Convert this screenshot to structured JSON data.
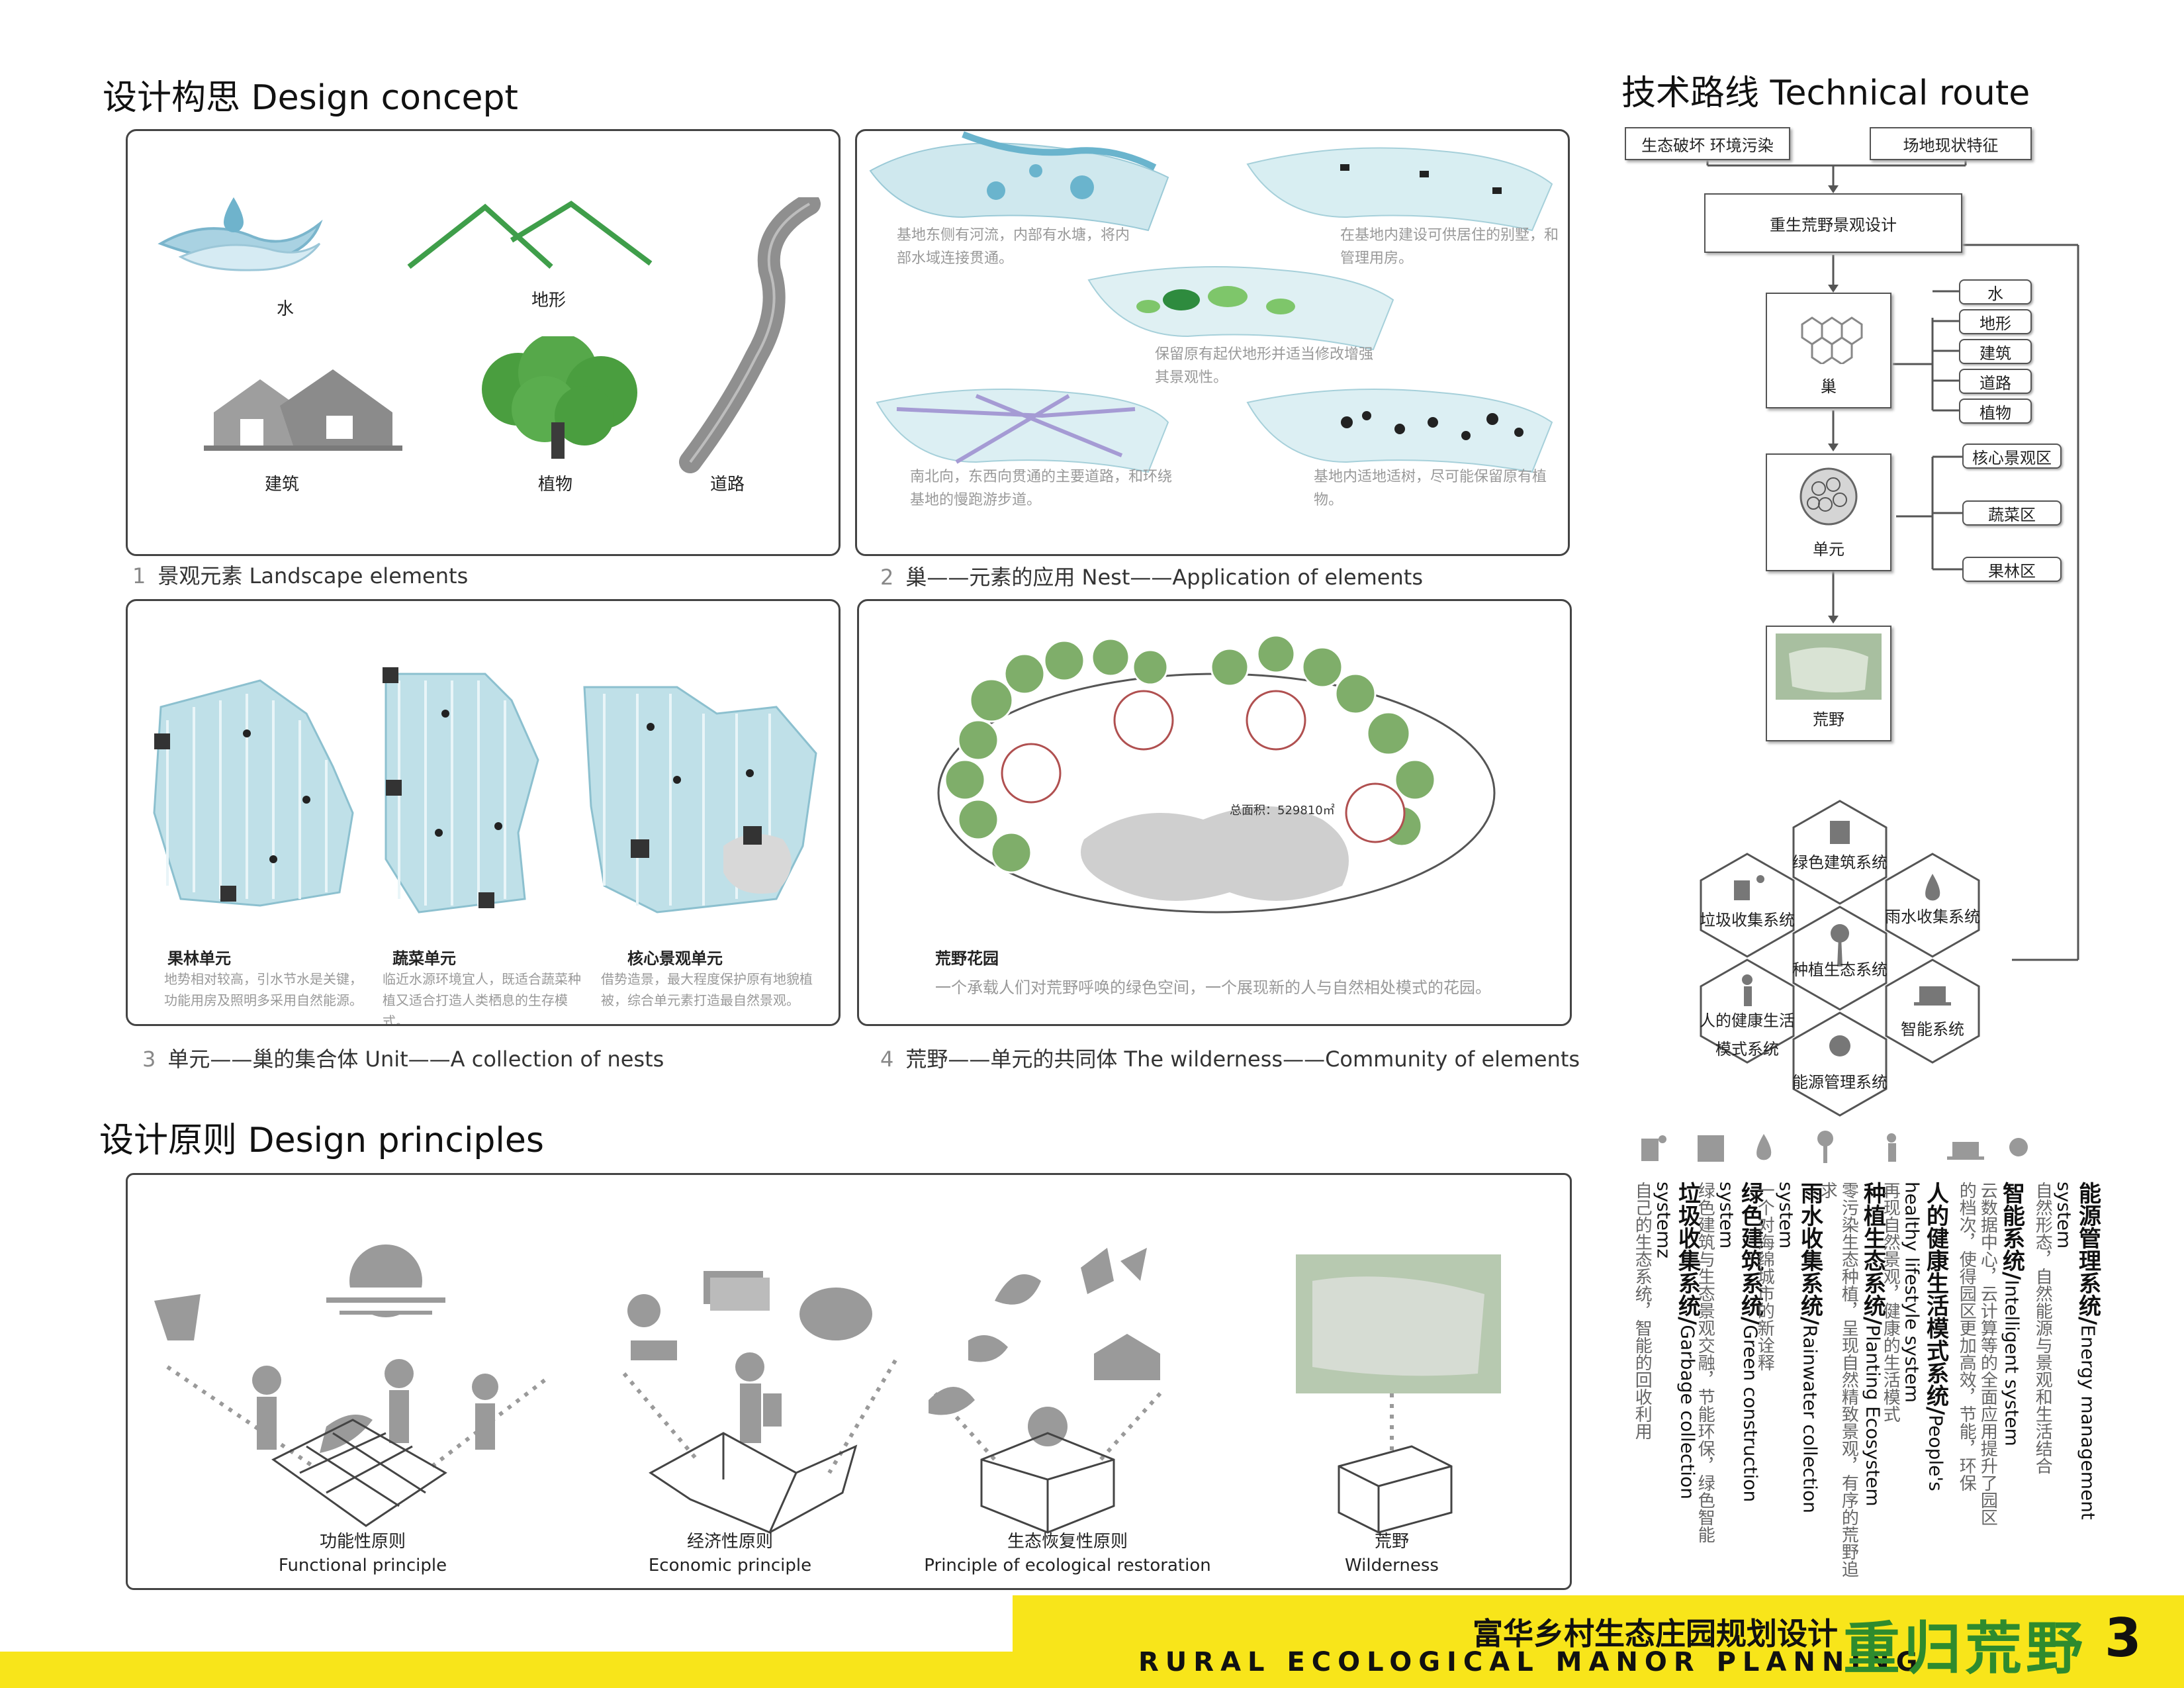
{
  "design_concept": {
    "title": "设计构思 Design concept",
    "panel1": {
      "caption_num": "1",
      "caption": "景观元素  Landscape elements",
      "labels": {
        "water": "水",
        "terrain": "地形",
        "building": "建筑",
        "plant": "植物",
        "road": "道路"
      }
    },
    "panel2": {
      "caption_num": "2",
      "caption": "巢——元素的应用  Nest——Application of elements",
      "notes": {
        "water": "基地东侧有河流，内部有水塘，将内部水域连接贯通。",
        "building": "在基地内建设可供居住的别墅，和管理用房。",
        "terrain": "保留原有起伏地形并适当修改增强其景观性。",
        "road": "南北向，东西向贯通的主要道路，和环绕基地的慢跑游步道。",
        "plant": "基地内适地适树，尽可能保留原有植物。"
      }
    },
    "panel3": {
      "caption_num": "3",
      "caption": "单元——巢的集合体  Unit——A collection of nests",
      "units": [
        {
          "name": "果林单元",
          "desc": "地势相对较高，引水节水是关键，功能用房及照明多采用自然能源。"
        },
        {
          "name": "蔬菜单元",
          "desc": "临近水源环境宜人，既适合蔬菜种植又适合打造人类栖息的生存模式。"
        },
        {
          "name": "核心景观单元",
          "desc": "借势造景，最大程度保护原有地貌植被，综合单元素打造最自然景观。"
        }
      ]
    },
    "panel4": {
      "caption_num": "4",
      "caption": "荒野——单元的共同体  The wilderness——Community of elements",
      "area": "总面积：529810㎡",
      "garden_title": "荒野花园",
      "garden_desc": "一个承载人们对荒野呼唤的绿色空间，一个展现新的人与自然相处模式的花园。"
    }
  },
  "technical_route": {
    "title": "技术路线  Technical route",
    "top_left": "生态破坏 环境污染",
    "top_right": "场地现状特征",
    "main": "重生荒野景观设计",
    "nest_label": "巢",
    "nest_items": [
      "水",
      "地形",
      "建筑",
      "道路",
      "植物"
    ],
    "unit_label": "单元",
    "unit_items": [
      "核心景观区",
      "蔬菜区",
      "果林区"
    ],
    "wild_label": "荒野",
    "systems": {
      "green_building": "绿色建筑系统",
      "garbage": "垃圾收集系统",
      "rainwater": "雨水收集系统",
      "planting": "种植生态系统",
      "healthy_line1": "人的健康生活",
      "healthy_line2": "模式系统",
      "intelligent": "智能系统",
      "energy": "能源管理系统"
    },
    "columns": [
      {
        "title": "垃圾收集系统/",
        "en": "Garbage collection systemz",
        "desc": "自己的生态系统，智能的回收利用"
      },
      {
        "title": "绿色建筑系统/",
        "en": "Green construction system",
        "desc": "绿色建筑与生态景观交融，节能环保，绿色智能"
      },
      {
        "title": "雨水收集系统/",
        "en": "Rainwater collection system",
        "desc": "一个对海绵城市的新诠释"
      },
      {
        "title": "种植生态系统/",
        "en": "Planting Ecosystem",
        "desc": "零污染生态种植，呈现自然精致景观，有序的荒野追求"
      },
      {
        "title": "人的健康生活模式系统/",
        "en": "People's healthy lifestyle system",
        "desc": "再现自然景观，健康的生活模式"
      },
      {
        "title": "智能系统/",
        "en": "Intelligent system",
        "desc": "云数据中心，云计算等的全面应用提升了园区的档次，使得园区更加高效，节能，环保"
      },
      {
        "title": "能源管理系统/",
        "en": "Energy management system",
        "desc": "自然形态，自然能源与景观和生活结合"
      }
    ]
  },
  "design_principles": {
    "title": "设计原则 Design principles",
    "items": [
      {
        "cn": "功能性原则",
        "en": "Functional principle"
      },
      {
        "cn": "经济性原则",
        "en": "Economic principle"
      },
      {
        "cn": "生态恢复性原则",
        "en": "Principle of ecological restoration"
      },
      {
        "cn": "荒野",
        "en": "Wilderness"
      }
    ]
  },
  "footer": {
    "cn": "富华乡村生态庄园规划设计",
    "en": "RURAL ECOLOGICAL MANOR PLANNING",
    "big": "重归荒野",
    "page": "3"
  },
  "colors": {
    "accent_yellow": "#f8e51a",
    "water_blue": "#8fc4d6",
    "green": "#3f9e4a",
    "gray": "#9a9a9a"
  }
}
